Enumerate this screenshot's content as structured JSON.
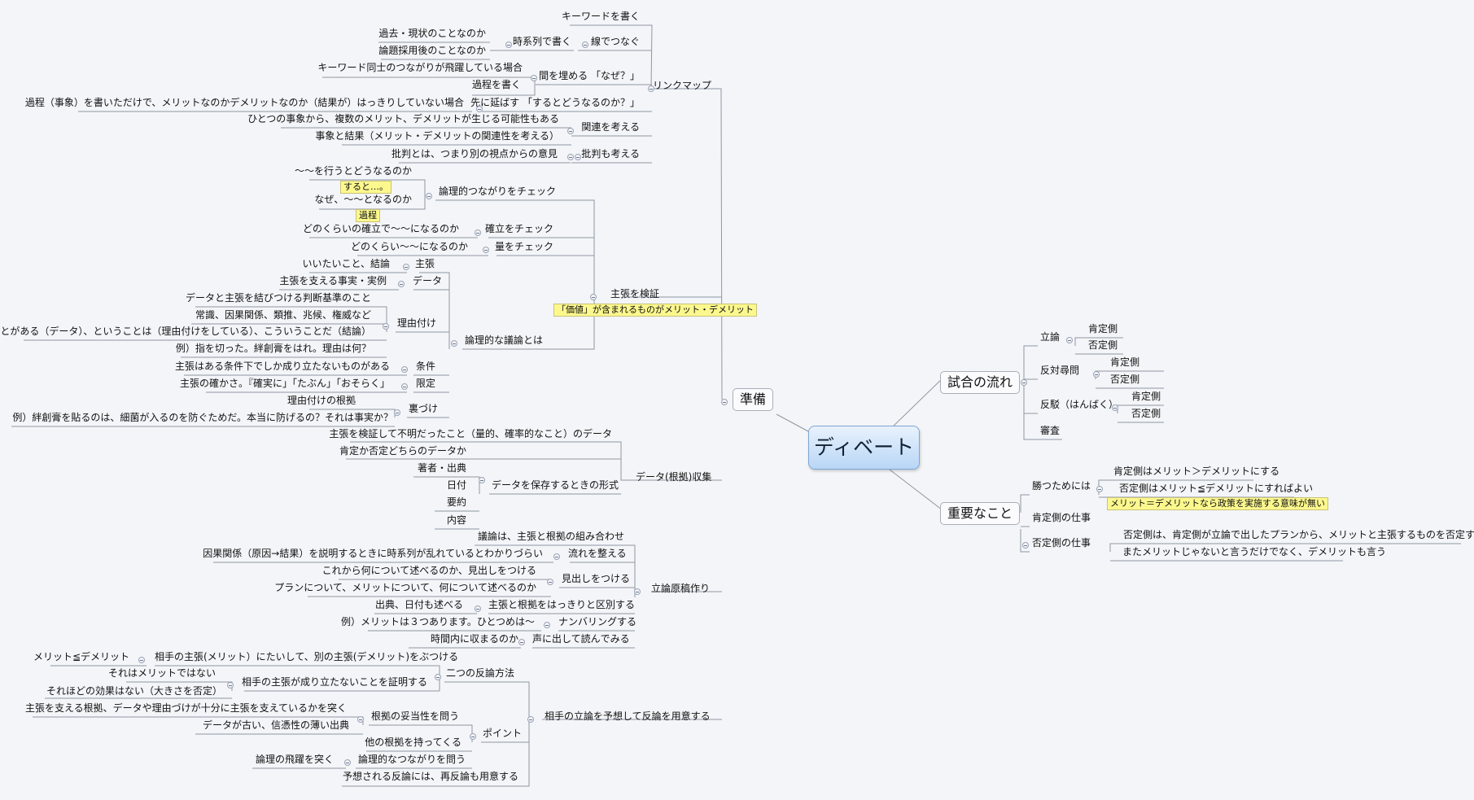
{
  "root": "ディベート",
  "main": {
    "prep": "準備",
    "flow": "試合の流れ",
    "important": "重要なこと"
  },
  "link_map": {
    "label": "リンクマップ",
    "keyword": "キーワードを書く",
    "connect": "線でつなぐ",
    "chrono": "時系列で書く",
    "past": "過去・現状のことなのか",
    "after": "論題採用後のことなのか",
    "fill": "間を埋める 「なぜ？」",
    "jump": "キーワード同士のつながりが飛躍している場合",
    "write_process": "過程を書く",
    "extend": "先に延ばす 「するとどうなるのか？」",
    "unclear": "過程（事象）を書いただけで、メリットなのかデメリットなのか（結果が）はっきりしていない場合",
    "relation": "関連を考える",
    "multi": "ひとつの事象から、複数のメリット、デメリットが生じる可能性もある",
    "cause_effect": "事象と結果（メリット・デメリットの関連性を考える）",
    "criticize": "批判も考える",
    "critique_def": "批判とは、つまり別の視点からの意見"
  },
  "verify": {
    "label": "主張を検証",
    "note": "「価値」が含まれるものがメリット・デメリット",
    "logic_check": "論理的つながりをチェック",
    "q1": "～～を行うとどうなるのか",
    "note_q1": "すると…。",
    "q2": "なぜ、～～となるのか",
    "note_q2": "過程",
    "certainty_check": "確立をチェック",
    "certainty_q": "どのくらいの確立で～～になるのか",
    "amount_check": "量をチェック",
    "amount_q": "どのくらい～～になるのか",
    "logical_arg": "論理的な議論とは",
    "claim": "主張",
    "claim_def": "いいたいこと、結論",
    "data": "データ",
    "data_def": "主張を支える事実・実例",
    "warrant": "理由付け",
    "warrant_1": "データと主張を結びつける判断基準のこと",
    "warrant_2": "常識、因果関係、類推、兆候、権威など",
    "warrant_3": "こういうことがある（データ）、ということは（理由付けをしている）、こういうことだ（結論）",
    "warrant_4": "例）指を切った。絆創膏をはれ。理由は何？",
    "condition": "条件",
    "condition_def": "主張はある条件下でしか成り立たないものがある",
    "qualifier": "限定",
    "qualifier_def": "主張の確かさ。『確実に」「たぶん」「おそらく」",
    "backing": "裏づけ",
    "backing_1": "理由付けの根拠",
    "backing_2": "例）絆創膏を貼るのは、細菌が入るのを防ぐためだ。本当に防げるの？それは事実か？"
  },
  "data_collect": {
    "label": "データ(根拠)収集",
    "unclear": "主張を検証して不明だったこと（量的、確率的なこと）のデータ",
    "which": "肯定か否定どちらのデータか",
    "format": "データを保存するときの形式",
    "author": "著者・出典",
    "date": "日付",
    "summary": "要約",
    "content": "内容"
  },
  "draft": {
    "label": "立論原稿作り",
    "combo": "議論は、主張と根拠の組み合わせ",
    "flow": "流れを整える",
    "flow_detail": "因果関係（原因→結果）を説明するときに時系列が乱れているとわかりづらい",
    "heading": "見出しをつける",
    "heading_1": "これから何について述べるのか、見出しをつける",
    "heading_2": "プランについて、メリットについて、何について述べるのか",
    "distinguish": "主張と根拠をはっきりと区別する",
    "distinguish_detail": "出典、日付も述べる",
    "numbering": "ナンバリングする",
    "numbering_detail": "例）メリットは３つあります。ひとつめは～",
    "read_aloud": "声に出して読んでみる",
    "read_detail": "時間内に収まるのか"
  },
  "rebuttal": {
    "label": "相手の立論を予想して反論を用意する",
    "two_ways": "二つの反論方法",
    "way1": "相手の主張(メリット）にたいして、別の主張(デメリット)をぶつける",
    "way1_detail": "メリット≦デメリット",
    "way2": "相手の主張が成り立たないことを証明する",
    "way2_a": "それはメリットではない",
    "way2_b": "それほどの効果はない（大きさを否定）",
    "points": "ポイント",
    "validity": "根拠の妥当性を問う",
    "validity_1": "主張を支える根拠、データや理由づけが十分に主張を支えているかを突く",
    "validity_2": "データが古い、信憑性の薄い出典",
    "other": "他の根拠を持ってくる",
    "logic": "論理的なつながりを問う",
    "logic_detail": "論理の飛躍を突く",
    "counter": "予想される反論には、再反論も用意する"
  },
  "match_flow": {
    "constructive": "立論",
    "aff": "肯定側",
    "neg": "否定側",
    "cross": "反対尋問",
    "rebut": "反駁（はんばく）",
    "judge": "審査"
  },
  "important": {
    "to_win": "勝つためには",
    "win_aff": "肯定側はメリット＞デメリットにする",
    "win_neg": "否定側はメリット≦デメリットにすればよい",
    "win_note": "メリット＝デメリットなら政策を実施する意味が無い",
    "aff_job": "肯定側の仕事",
    "neg_job": "否定側の仕事",
    "neg_job_1": "否定側は、肯定側が立論で出したプランから、メリットと主張するものを否定する",
    "neg_job_2": "またメリットじゃないと言うだけでなく、デメリットも言う"
  },
  "colors": {
    "line": "#8e96a4",
    "root_top": "#e8f2fd",
    "root_bottom": "#b9d6f6",
    "note_fill": "#fcf88e"
  }
}
